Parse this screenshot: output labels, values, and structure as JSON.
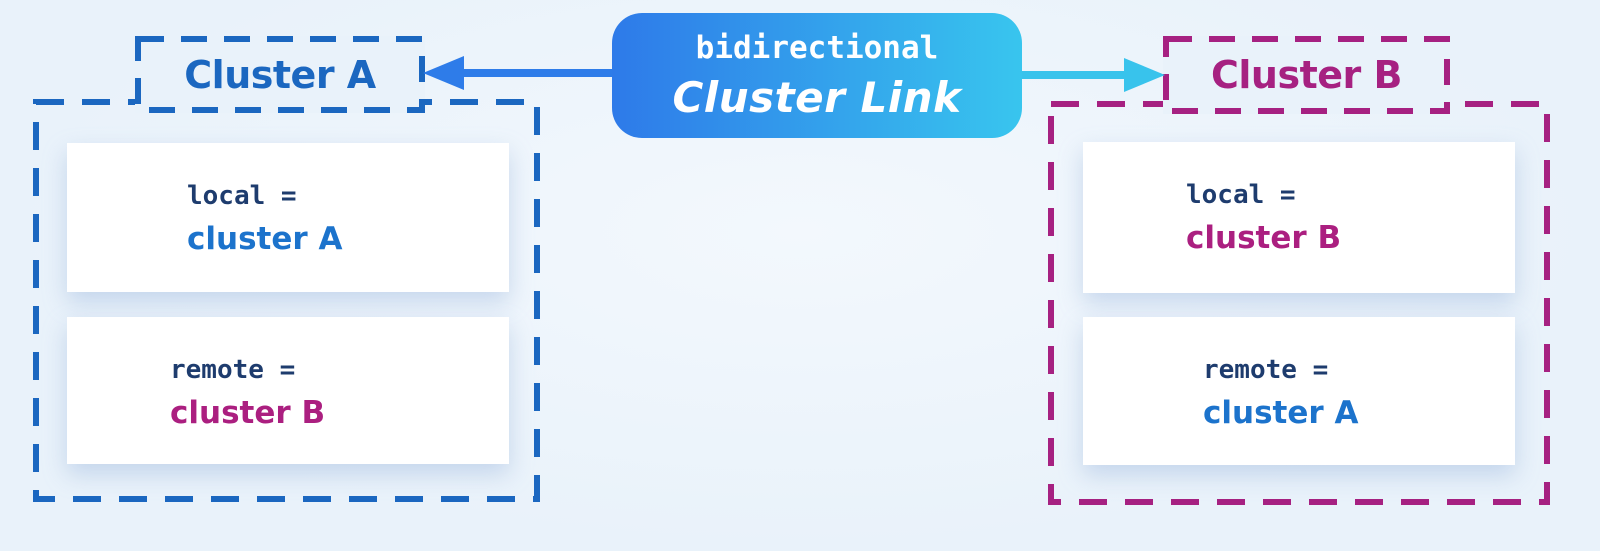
{
  "canvas": {
    "background": "#e9f2fa"
  },
  "link_badge": {
    "line1": "bidirectional",
    "line2": "Cluster Link",
    "gradient_from": "#2e7ae9",
    "gradient_to": "#38c5ee",
    "text_color": "#ffffff"
  },
  "arrows": {
    "left": {
      "direction": "left",
      "color": "#2e7ce9"
    },
    "right": {
      "direction": "right",
      "color": "#38c3ec"
    }
  },
  "clusters": [
    {
      "title": "Cluster A",
      "accent_color": "#1b67c0",
      "cards": [
        {
          "key": "local =",
          "value": "cluster A",
          "value_color": "#1c73cc"
        },
        {
          "key": "remote =",
          "value": "cluster B",
          "value_color": "#ab1f80"
        }
      ]
    },
    {
      "title": "Cluster B",
      "accent_color": "#a62181",
      "cards": [
        {
          "key": "local =",
          "value": "cluster B",
          "value_color": "#ab1f80"
        },
        {
          "key": "remote =",
          "value": "cluster A",
          "value_color": "#1c73cc"
        }
      ]
    }
  ],
  "key_text_color": "#1e3c6e"
}
